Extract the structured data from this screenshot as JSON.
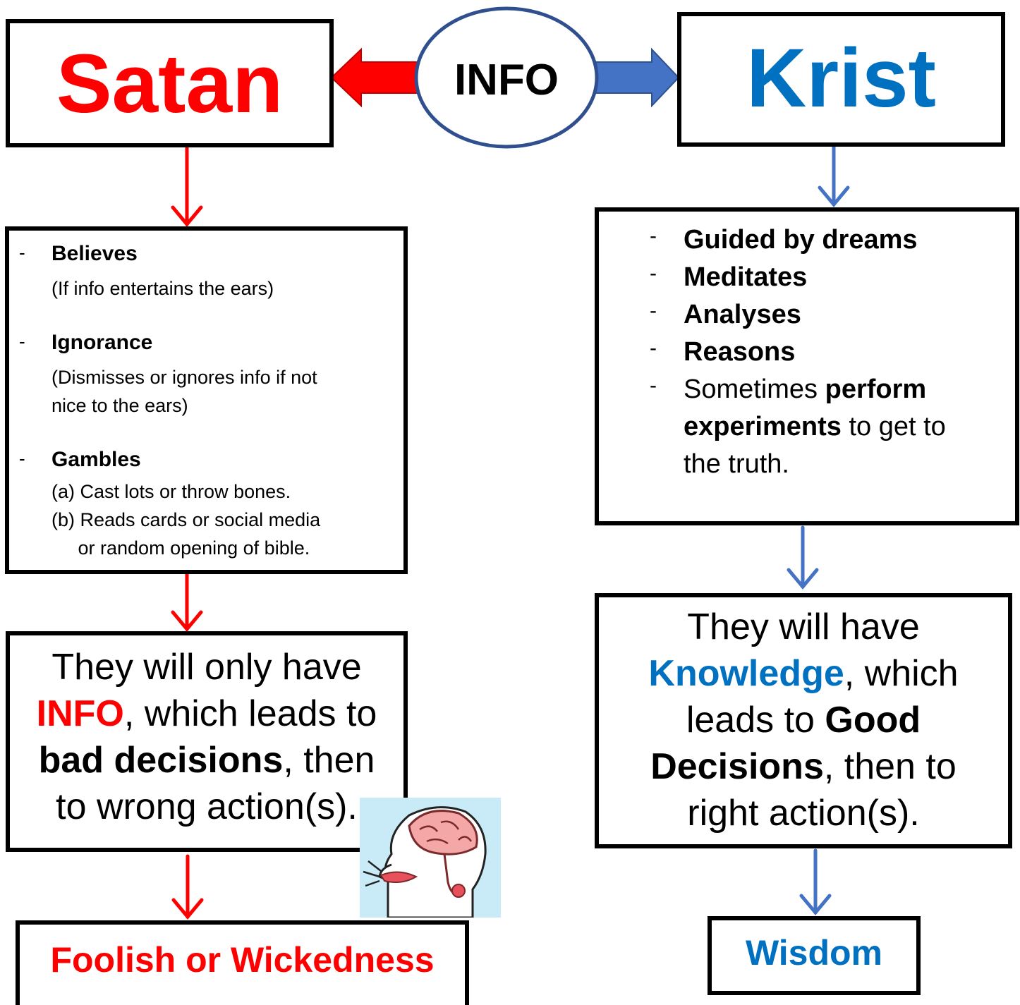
{
  "colors": {
    "red": "#ff0000",
    "blue": "#0070c0",
    "arrow_blue": "#4472c4",
    "ellipse_border": "#2f4f8f"
  },
  "center": {
    "label": "INFO"
  },
  "left": {
    "title": "Satan",
    "list": [
      {
        "head": "Believes",
        "sub": [
          "(If info entertains the ears)"
        ]
      },
      {
        "head": "Ignorance",
        "sub": [
          "(Dismisses or ignores info if not",
          "nice to the ears)"
        ]
      },
      {
        "head": "Gambles",
        "sub": [
          "(a) Cast lots or throw bones.",
          "(b) Reads cards or social media",
          "     or random opening of bible."
        ]
      }
    ],
    "result": {
      "line1": "They will only have",
      "line2_em": "INFO",
      "line2_rest": ", which leads to",
      "line3_bold": "bad decisions",
      "line3_rest": ", then",
      "line4": "to wrong action(s)."
    },
    "final": "Foolish or Wickedness"
  },
  "right": {
    "title": "Krist",
    "list": [
      {
        "bold": "Guided by dreams"
      },
      {
        "bold": "Meditates"
      },
      {
        "bold": "Analyses"
      },
      {
        "bold": "Reasons"
      }
    ],
    "last_item": {
      "pre": "Sometimes ",
      "bold": "perform",
      "bold2": "experiments",
      "post": " to get to",
      "line3": "the truth."
    },
    "result": {
      "line1": "They will have",
      "line2_em": "Knowledge",
      "line2_rest": ", which",
      "line3_pre": "leads to ",
      "line3_bold": "Good",
      "line4_bold": "Decisions",
      "line4_rest": ", then to",
      "line5": "right action(s)."
    },
    "final": "Wisdom"
  },
  "icons": {
    "brain_illustration": "brain-mouth-illustration-icon"
  }
}
